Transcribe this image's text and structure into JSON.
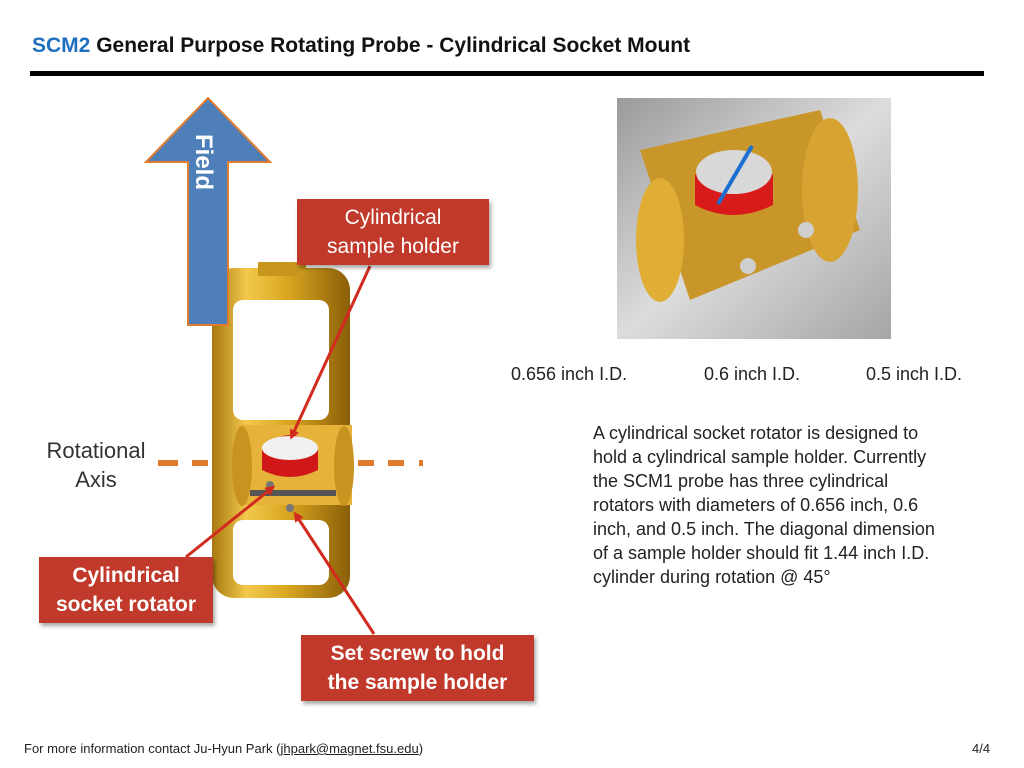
{
  "title": {
    "accent": "SCM2",
    "text": "General Purpose Rotating Probe - Cylindrical Socket Mount"
  },
  "field_label": "Field",
  "axis_label": {
    "line1": "Rotational",
    "line2": "Axis"
  },
  "callouts": {
    "holder": {
      "line1": "Cylindrical",
      "line2": "sample holder"
    },
    "rotator": {
      "line1": "Cylindrical",
      "line2": "socket rotator"
    },
    "screw": {
      "line1": "Set screw to hold",
      "line2": "the sample holder"
    }
  },
  "dimensions": [
    "0.656 inch I.D.",
    "0.6 inch I.D.",
    "0.5 inch I.D."
  ],
  "description": "A cylindrical socket rotator is designed to hold a cylindrical sample holder. Currently the SCM1 probe has three cylindrical rotators with diameters of 0.656 inch, 0.6 inch, and 0.5 inch.  The diagonal dimension of a sample holder should fit 1.44 inch I.D. cylinder during rotation @ 45°",
  "footer": {
    "prefix": "For more information contact Ju-Hyun Park (",
    "email": "jhpark@magnet.fsu.edu",
    "suffix": ")"
  },
  "page_number": "4/4",
  "colors": {
    "accent": "#1f6fc0",
    "callout": "#c0392b",
    "arrow_field": "#4f7fb8",
    "axis_dash": "#e07b30",
    "gold": "#d9a520"
  }
}
